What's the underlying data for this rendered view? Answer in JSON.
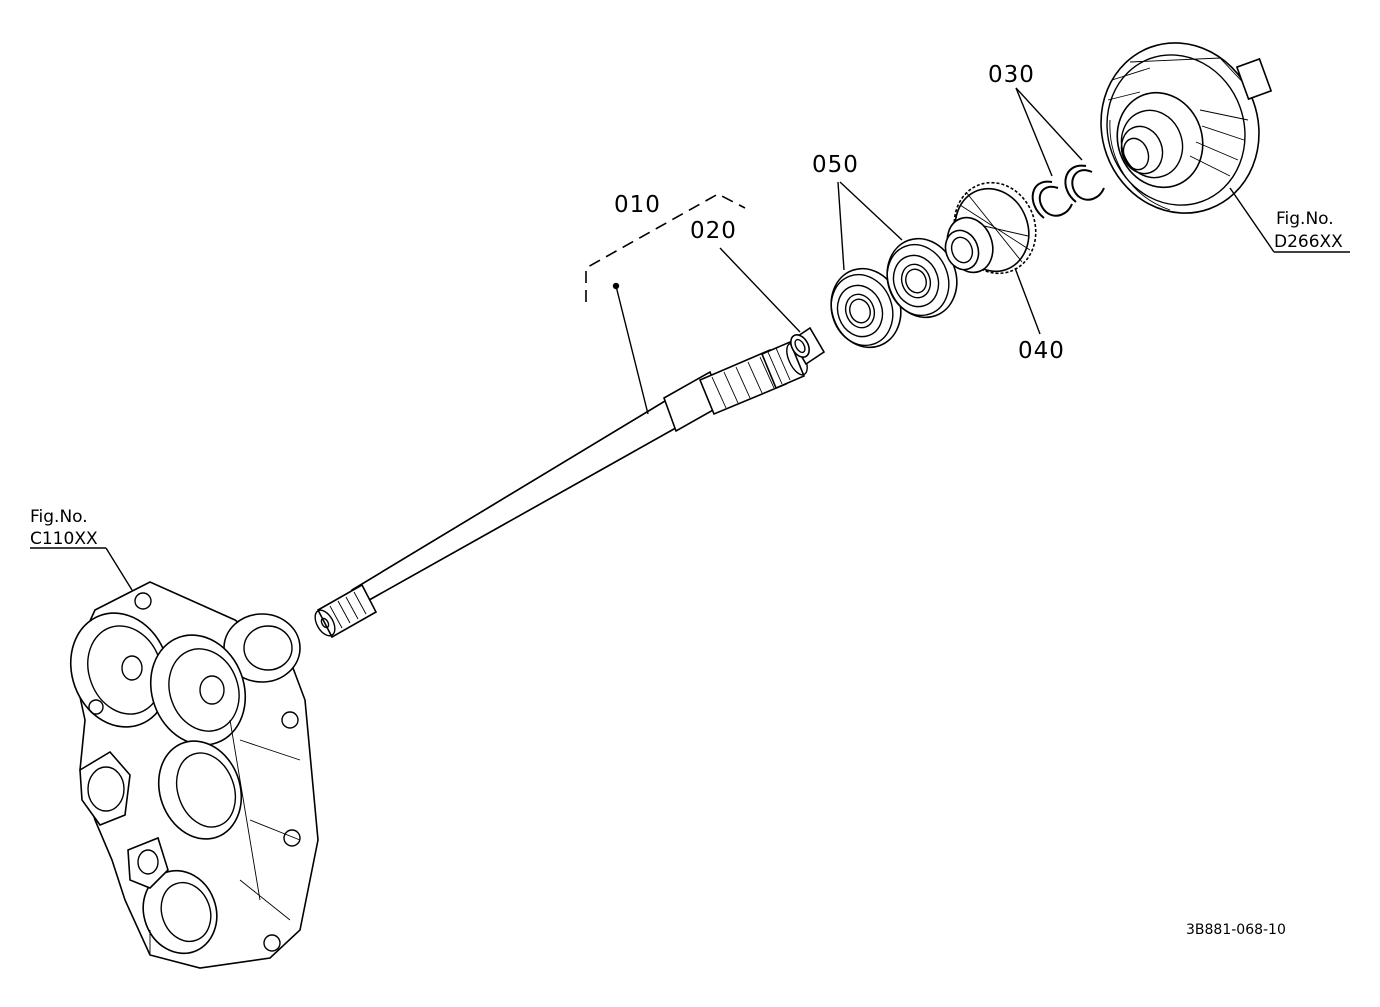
{
  "labels": {
    "part_010": "010",
    "part_020": "020",
    "part_030": "030",
    "part_040": "040",
    "part_050": "050"
  },
  "references": {
    "left": {
      "title": "Fig.No.",
      "code": "C110XX"
    },
    "right": {
      "title": "Fig.No.",
      "code": "D266XX"
    }
  },
  "drawing_number": "3B881-068-10",
  "colors": {
    "line": "#000000",
    "background": "#ffffff"
  }
}
